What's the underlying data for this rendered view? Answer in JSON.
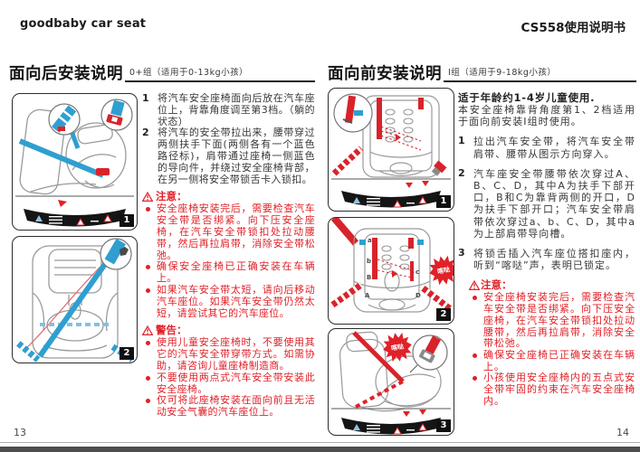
{
  "header": {
    "brand": "goodbaby car seat",
    "doc_title": "CS558使用说明书"
  },
  "colors": {
    "accent_red": "#e02128",
    "belt_blue": "#2f9fd0",
    "band_black": "#151515"
  },
  "left_page": {
    "title": "面向后安装说明",
    "subtitle": "0+组（适用于0-13kg小孩）",
    "figures": [
      {
        "number": "1"
      },
      {
        "number": "2"
      }
    ],
    "steps": [
      {
        "num": "1",
        "text": "将汽车安全座椅面向后放在汽车座位上，背靠角度调至第3档。（躺的状态）"
      },
      {
        "num": "2",
        "text": "将汽车的安全带拉出来，腰带穿过两侧扶手下面(两侧各有一个蓝色路径标)，肩带通过座椅一侧蓝色的导向件，并绕过安全座椅背部，在另一侧将安全带锁舌卡入锁扣。"
      }
    ],
    "notice": {
      "heading": "注意：",
      "items": [
        "安全座椅安装完后，需要检查汽车安全带是否绑紧。向下压安全座椅，在汽车安全带锁扣处拉动腰带，然后再拉肩带，消除安全带松弛。",
        "确保安全座椅已正确安装在车辆上。",
        "如果汽车安全带太短，请向后移动汽车座位。如果汽车安全带仍然太短，请尝试其它的汽车座位。"
      ]
    },
    "warning": {
      "heading": "警告：",
      "items": [
        "使用儿童安全座椅时，不要使用其它的汽车安全带穿带方式。如需协助，请咨询儿童座椅制造商。",
        "不要使用两点式汽车安全带安装此安全座椅。",
        "仅可将此座椅安装在面向前且无活动安全气囊的汽车座位上。"
      ]
    },
    "page_number": "13"
  },
  "right_page": {
    "title": "面向前安装说明",
    "subtitle": "I组（适用于9-18kg小孩）",
    "intro_bold": "适于年龄约1-4岁儿童使用.",
    "intro": "本安全座椅靠背角度第1、2档适用于面向前安装I组时使用。",
    "figures": [
      {
        "number": "1"
      },
      {
        "number": "2"
      },
      {
        "number": "3"
      }
    ],
    "click_label": "喀哒",
    "fig2_labels": [
      "a",
      "b",
      "B",
      "A",
      "c",
      "D"
    ],
    "steps": [
      {
        "num": "1",
        "text": "拉出汽车安全带，将汽车安全带肩带、腰带从图示方向穿入。"
      },
      {
        "num": "2",
        "text": "汽车座安全带腰带依次穿过A、B、C、D，其中A为扶手下部开口，B和C为靠背两侧的开口，D为扶手下部开口；汽车安全带肩带依次穿过a、b、C、D，其中a为上部肩带导向槽。"
      },
      {
        "num": "3",
        "text": "将锁舌插入汽车座位搭扣座内，听到“喀哒”声，表明已锁定。"
      }
    ],
    "notice": {
      "heading": "注意：",
      "items": [
        "安全座椅安装完后，需要检查汽车安全带是否绑紧。向下压安全座椅，在汽车安全带锁扣处拉动腰带，然后再拉肩带，消除安全带松弛。",
        "确保安全座椅已正确安装在车辆上。",
        "小孩使用安全座椅内的五点式安全带牢固的约束在汽车安全座椅内。"
      ]
    },
    "page_number": "14"
  }
}
